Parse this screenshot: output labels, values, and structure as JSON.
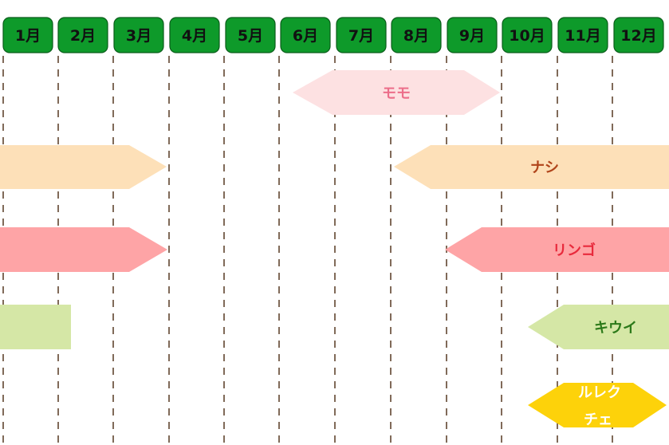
{
  "months": [
    "1月",
    "2月",
    "3月",
    "4月",
    "5月",
    "6月",
    "7月",
    "8月",
    "9月",
    "10月",
    "11月",
    "12月"
  ],
  "colors": {
    "month_bg": "#0e9a2a",
    "divider": "#4a2a12",
    "momo": "#fde1e2",
    "nashi": "#fde0b8",
    "ringo": "#fea4a6",
    "kiwi": "#d5e7a6",
    "cherry": "#fdd20a"
  },
  "bands": [
    {
      "id": "momo",
      "label": "モモ",
      "text_color": "#ec6e8a",
      "fill": "#fde1e2"
    },
    {
      "id": "nashi",
      "label": "ナシ",
      "text_color": "#b0441a",
      "fill": "#fde0b8"
    },
    {
      "id": "ringo",
      "label": "リンゴ",
      "text_color": "#e82a3c",
      "fill": "#fea4a6"
    },
    {
      "id": "kiwi",
      "label": "キウイ",
      "text_color": "#2c7a1a",
      "fill": "#d5e7a6"
    },
    {
      "id": "cherry",
      "label_lines": [
        "ルレク",
        "チェ"
      ],
      "text_color": "#ffffff",
      "fill": "#fdd20a"
    }
  ]
}
